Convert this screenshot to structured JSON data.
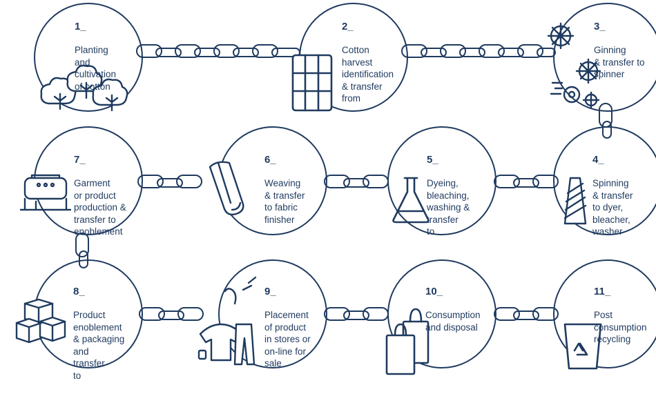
{
  "steps": [
    {
      "number": "1_",
      "label": "Planting\nand\ncultivation\nof cotton",
      "icon": "cotton-plant-icon"
    },
    {
      "number": "2_",
      "label": "Cotton\nharvest\nidentification\n& transfer\nfrom",
      "icon": "cotton-bales-icon"
    },
    {
      "number": "3_",
      "label": "Ginning\n& transfer to\nspinner",
      "icon": "ginning-gears-icon"
    },
    {
      "number": "4_",
      "label": "Spinning\n& transfer\nto dyer,\nbleacher,\nwasher",
      "icon": "yarn-cone-icon"
    },
    {
      "number": "5_",
      "label": "Dyeing,\nbleaching,\nwashing &\ntransfer\nto",
      "icon": "flask-icon"
    },
    {
      "number": "6_",
      "label": "Weaving\n& transfer\nto fabric\nfinisher",
      "icon": "fabric-roll-icon"
    },
    {
      "number": "7_",
      "label": "Garment\nor product\nproduction &\ntransfer to\nenoblement",
      "icon": "sewing-machine-icon"
    },
    {
      "number": "8_",
      "label": "Product\nenoblement\n& packaging\nand\ntransfer\nto",
      "icon": "boxes-icon"
    },
    {
      "number": "9_",
      "label": "Placement\nof product\nin stores or\non-line for\nsale",
      "icon": "clothes-hanger-icon"
    },
    {
      "number": "10_",
      "label": "Consumption\nand disposal",
      "icon": "shopping-bags-icon"
    },
    {
      "number": "11_",
      "label": "Post\nconsumption\nrecycling",
      "icon": "recycle-bin-icon"
    }
  ],
  "colors": {
    "ink": "#1f3a5f",
    "outline": "#1f3a5f",
    "background": "#ffffff"
  }
}
